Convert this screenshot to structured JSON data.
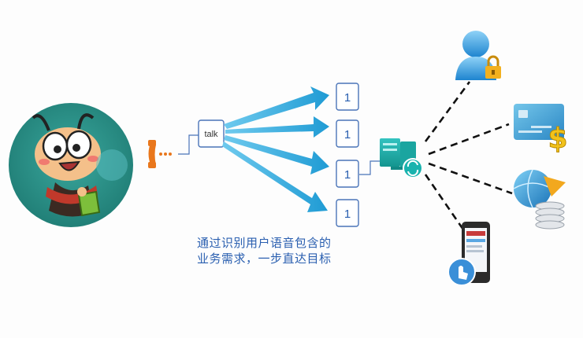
{
  "speech_label": "talk",
  "targets": [
    "1",
    "1",
    "1",
    "1"
  ],
  "caption": {
    "line1": "通过识别用户语音包含的",
    "line2": "业务需求，一步直达目标"
  },
  "icons": {
    "character": "cartoon-bee-icon",
    "phone": "phone-icon",
    "server": "server-sync-icon",
    "user_lock": "user-lock-icon",
    "card": "payment-card-icon",
    "money": "globe-coins-icon",
    "mobile": "mobile-touch-icon"
  },
  "colors": {
    "arrow": "#2aa5d8",
    "target_border": "#4a74b8",
    "text_blue": "#2a5fb0",
    "phone_orange": "#e9771c",
    "circle_teal": "#2a8f86"
  }
}
